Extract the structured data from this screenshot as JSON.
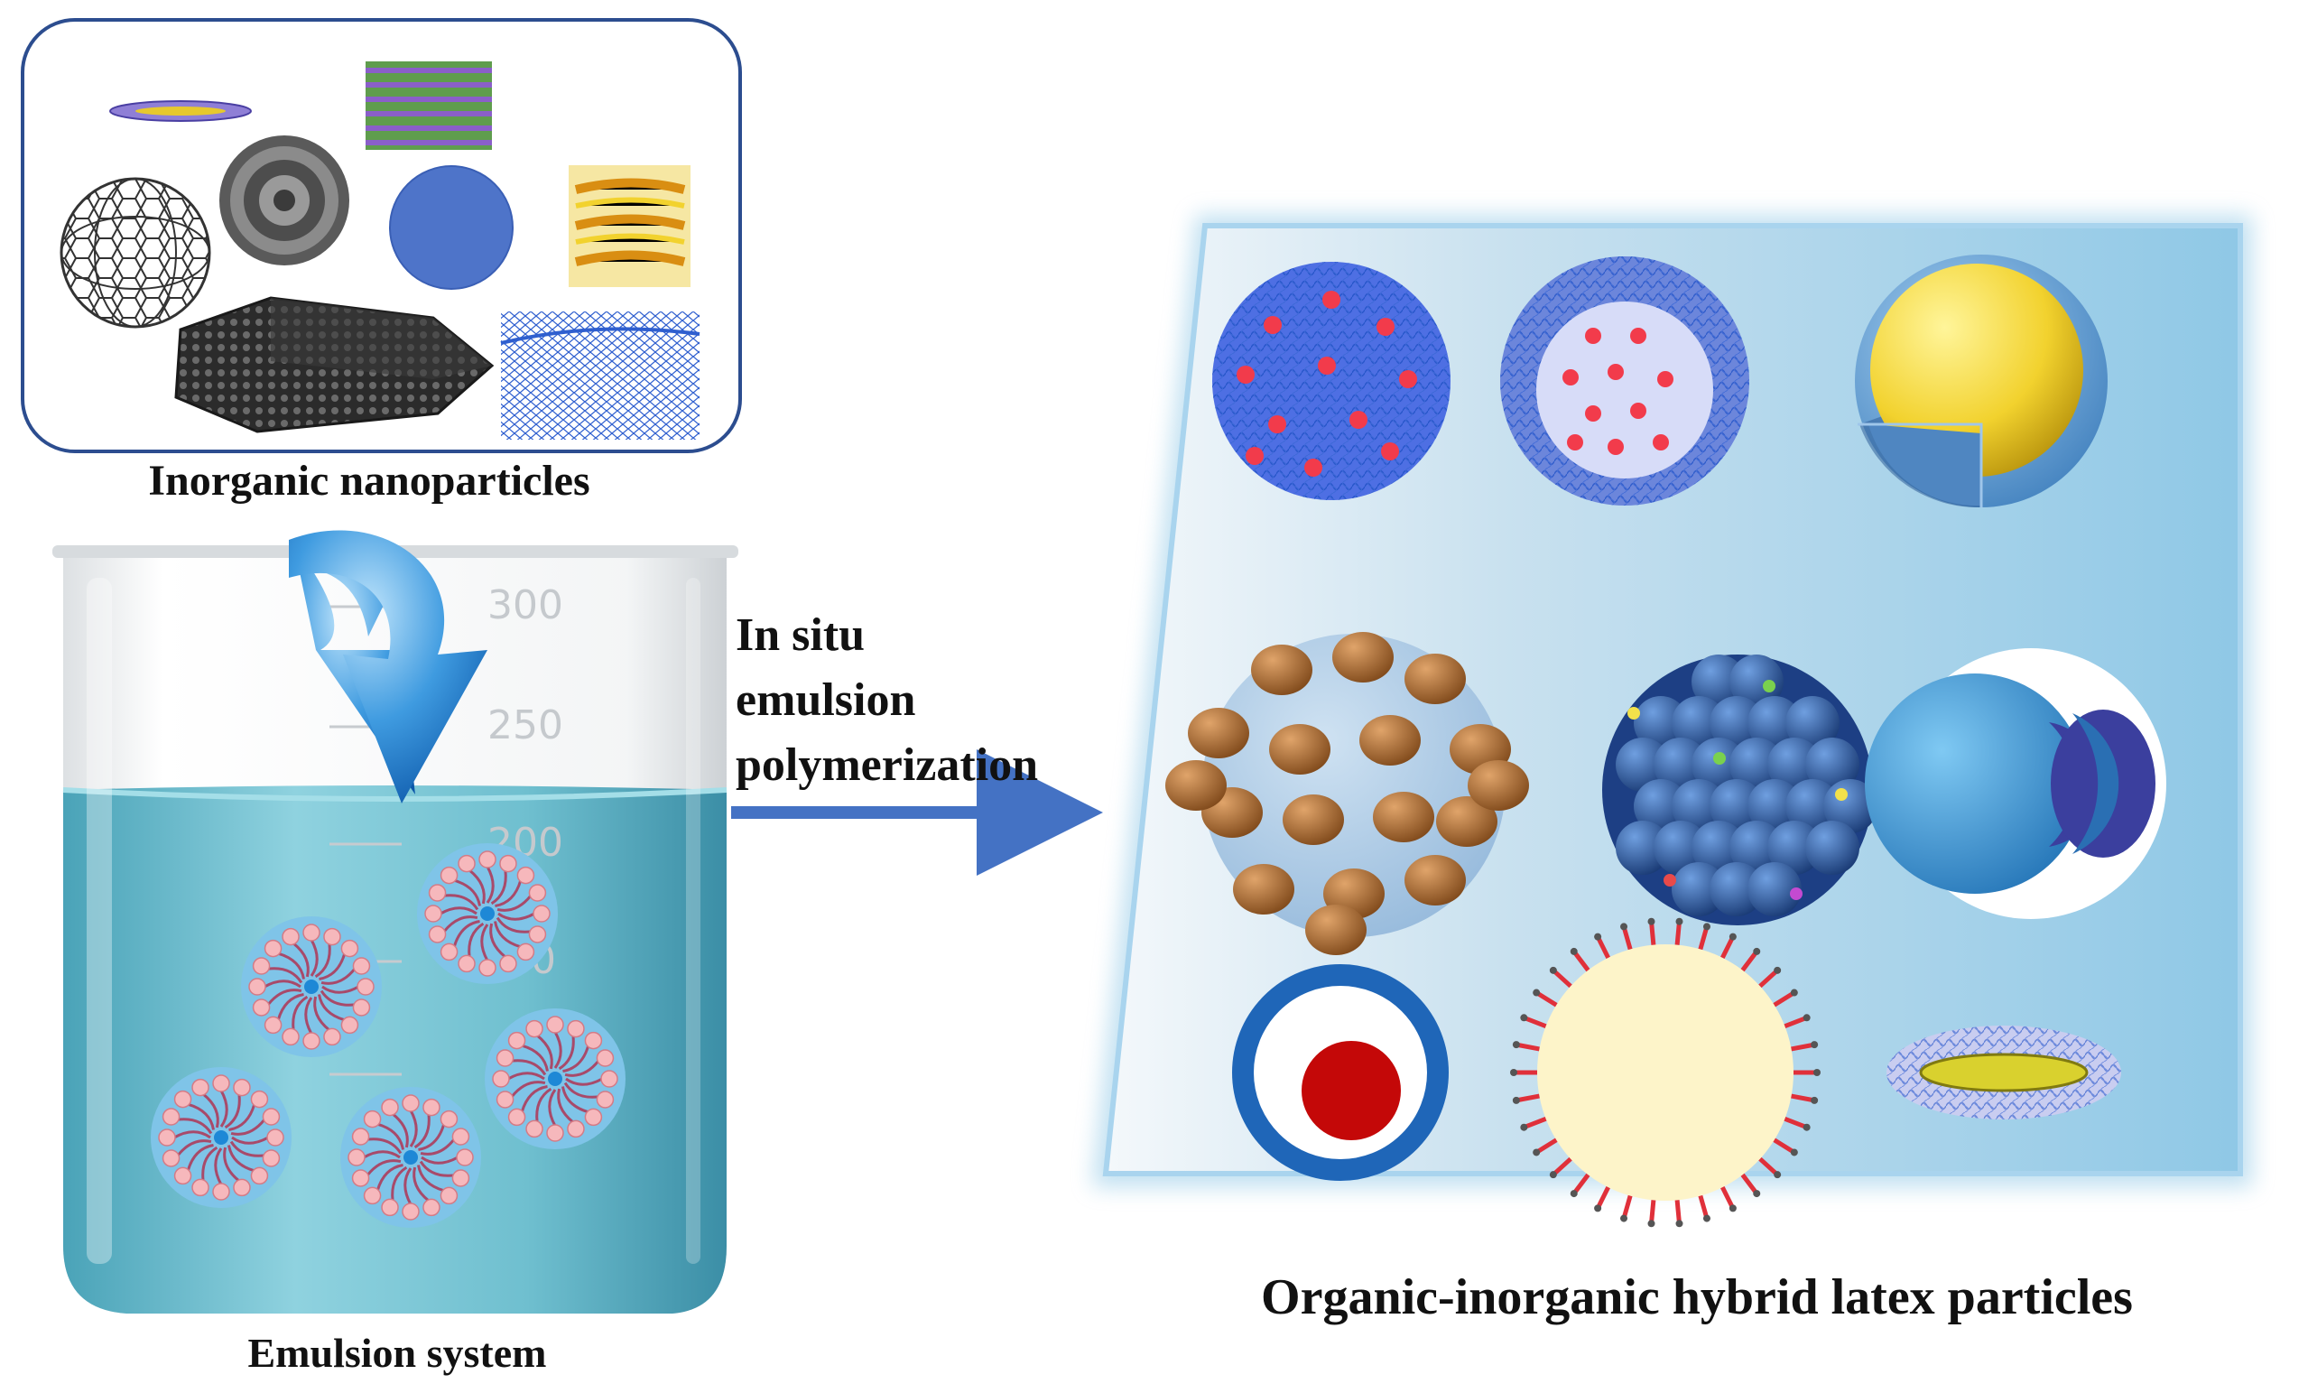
{
  "labels": {
    "inorganic_nanoparticles": "Inorganic nanoparticles",
    "emulsion_system": "Emulsion system",
    "process_step": [
      "In situ",
      "emulsion",
      "polymerization"
    ],
    "hybrid_particles": "Organic-inorganic hybrid latex particles"
  },
  "beaker": {
    "graduations": [
      "300",
      "250",
      "200",
      "0"
    ]
  },
  "colors": {
    "frame_blue": "#2c4d8f",
    "arrow_blue": "#4472c4",
    "water": "#6fbfcf",
    "panel_blue": "#8fc8e6",
    "accent_red": "#e8362e",
    "core_yellow": "#f2d22e",
    "bead_brown": "#a9682e"
  },
  "icons": [
    "graphene-disc-icon",
    "layered-clay-icon",
    "fullerene-icon",
    "silica-sphere-icon",
    "blue-nanoparticle-icon",
    "layered-double-hydroxide-icon",
    "carbon-nanotube-icon",
    "nanosheet-icon",
    "micelle-icon",
    "drop-arrow-icon",
    "dispersed-particles-icon",
    "shell-embedded-particles-icon",
    "core-shell-sphere-icon",
    "raspberry-particle-icon",
    "cluster-particle-icon",
    "janus-particle-icon",
    "ring-core-particle-icon",
    "spiky-coated-particle-icon",
    "coated-rod-icon"
  ]
}
